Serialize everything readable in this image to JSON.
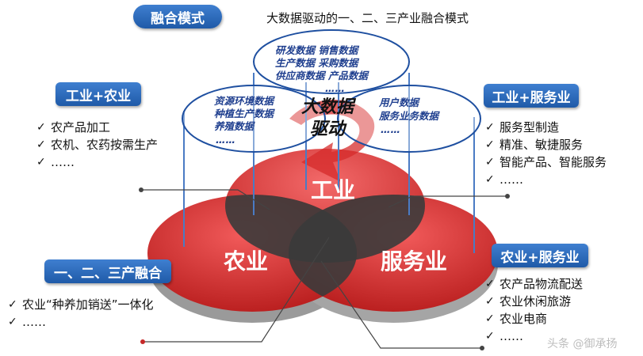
{
  "header": {
    "badge": "融合模式",
    "title": "大数据驱动的一、二、三产业融合模式"
  },
  "center": {
    "label_line1": "大数据",
    "label_line2": "驱动"
  },
  "ellipses": {
    "top": [
      "研发数据 销售数据",
      "生产数据 采购数据",
      "供应商数据 产品数据",
      "……"
    ],
    "left": [
      "资源环境数据",
      "种植生产数据",
      "养殖数据",
      "……"
    ],
    "right": [
      "用户数据",
      "服务业务数据",
      "……"
    ]
  },
  "venn": {
    "industry": "工业",
    "agriculture": "农业",
    "service": "服务业"
  },
  "panels": {
    "ind_agri": {
      "title": "工业+农业",
      "items": [
        "农产品加工",
        "农机、农药按需生产",
        "……"
      ]
    },
    "ind_service": {
      "title": "工业+服务业",
      "items": [
        "服务型制造",
        "精准、敏捷服务",
        "智能产品、智能服务",
        "……"
      ]
    },
    "three": {
      "title": "一、二、三产融合",
      "items": [
        "农业“种养加销送”一体化",
        "……"
      ]
    },
    "agri_service": {
      "title": "农业+服务业",
      "items": [
        "农产品物流配送",
        "农业休闲旅游",
        "农业电商",
        "……"
      ]
    }
  },
  "check_symbol": "✓",
  "watermark": "头条 @御承扬"
}
